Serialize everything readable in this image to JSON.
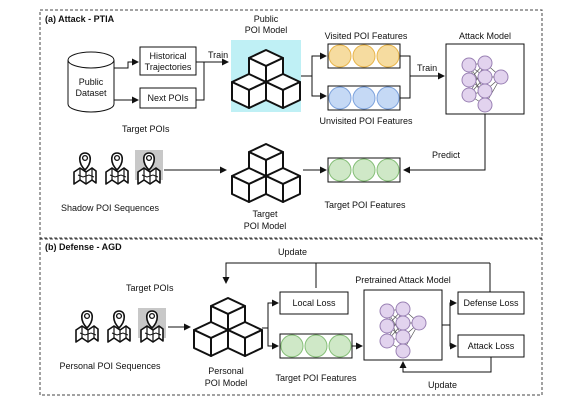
{
  "colors": {
    "model_highlight": "#bff0f5",
    "visited_feature": "#f6dca0",
    "visited_feature_stroke": "#e8b54c",
    "unvisited_feature": "#c5d9f5",
    "unvisited_feature_stroke": "#7ea3dd",
    "target_feature": "#cfe8c7",
    "target_feature_stroke": "#86bf78",
    "neuron": "#e2d3ee",
    "neuron_stroke": "#9a81b4",
    "map_highlight": "#c8c8c8"
  },
  "section_a": {
    "title": "(a) Attack - PTIA",
    "public_dataset": "Public Dataset",
    "historical_trajectories": "Historical Trajectories",
    "next_pois": "Next POIs",
    "train_label_1": "Train",
    "public_model_title": "Public POI Model",
    "visited_features": "Visited POI Features",
    "unvisited_features": "Unvisited POI Features",
    "train_label_2": "Train",
    "attack_model_title": "Attack Model",
    "target_pois": "Target POIs",
    "shadow_sequences": "Shadow POI Sequences",
    "target_model": "Target POI Model",
    "target_features": "Target POI Features",
    "predict_label": "Predict"
  },
  "section_b": {
    "title": "(b) Defense - AGD",
    "update_top": "Update",
    "target_pois": "Target POIs",
    "pretrained_attack_model": "Pretrained Attack Model",
    "local_loss": "Local Loss",
    "defense_loss": "Defense Loss",
    "attack_loss": "Attack Loss",
    "personal_sequences": "Personal POI Sequences",
    "personal_model": "Personal POI Model",
    "target_features": "Target POI Features",
    "update_bottom": "Update"
  }
}
